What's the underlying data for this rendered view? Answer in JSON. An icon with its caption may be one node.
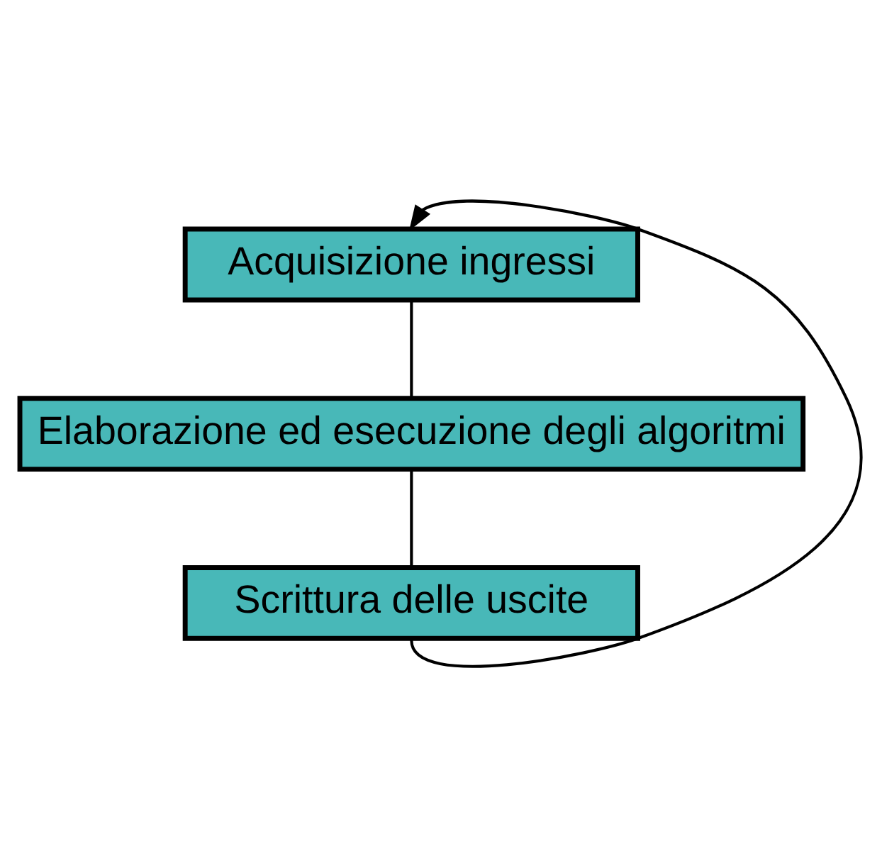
{
  "diagram": {
    "nodes": [
      {
        "text": [
          "Acquisizione ingressi"
        ]
      },
      {
        "text": [
          "Elaborazione ed esecuzione degli algoritmi"
        ]
      },
      {
        "text": [
          "Scrittura delle uscite"
        ]
      }
    ],
    "edges": [
      {
        "from": 0,
        "to": 1,
        "arrow": "none"
      },
      {
        "from": 1,
        "to": 2,
        "arrow": "none"
      },
      {
        "from": 2,
        "to": 0,
        "arrow": "to"
      }
    ]
  }
}
